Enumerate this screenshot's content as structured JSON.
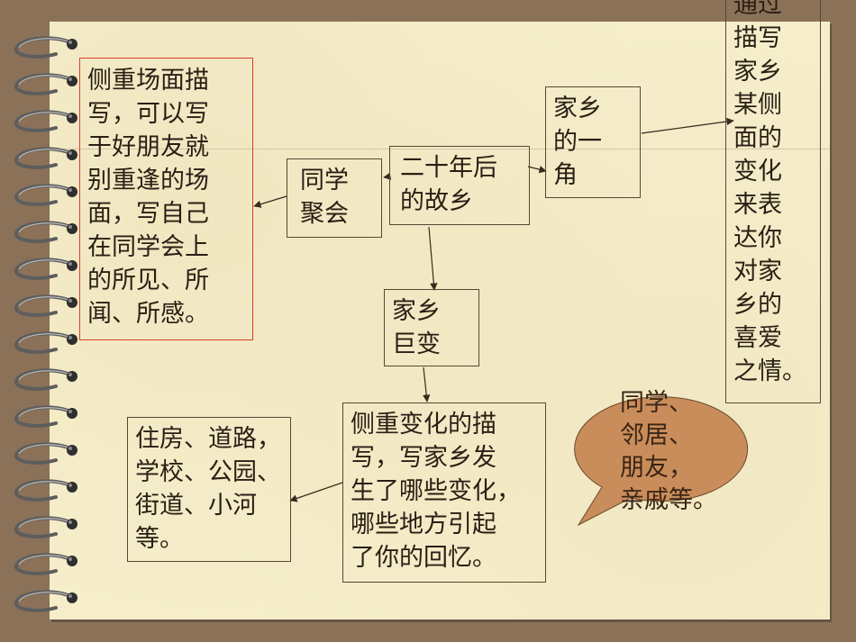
{
  "nodes": {
    "center": "二十年后\n的故乡",
    "reunion": "同学\n聚会",
    "reunion_detail": "侧重场面描\n写，可以写\n于好朋友就\n别重逢的场\n面，写自己\n在同学会上\n的所见、所\n闻、所感。",
    "corner": "家乡\n的一\n角",
    "corner_detail": "通过\n描写\n家乡\n某侧\n面的\n变化\n来表\n达你\n对家\n乡的\n喜爱\n之情。",
    "change": "家乡\n巨变",
    "change_detail": "侧重变化的描\n写，写家乡发\n生了哪些变化，\n哪些地方引起\n了你的回忆。",
    "change_examples": "住房、道路，\n学校、公园、\n街道、小河\n等。"
  },
  "bubble": {
    "text": "同学、\n邻居、\n朋友，\n亲戚等。",
    "fill": "#c98d5b"
  },
  "colors": {
    "background": "#8b7158",
    "paper": "#f6eecb",
    "highlight_border": "#e0392b"
  }
}
